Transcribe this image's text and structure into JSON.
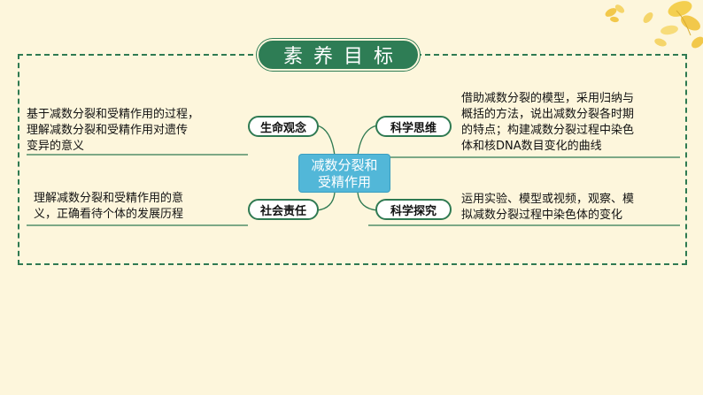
{
  "title": "素养目标",
  "center": {
    "line1": "减数分裂和",
    "line2": "受精作用"
  },
  "branches": {
    "life": {
      "label": "生命观念",
      "lines": [
        "基于减数分裂和受精作用的过程，",
        "理解减数分裂和受精作用对遗传",
        "变异的意义"
      ]
    },
    "society": {
      "label": "社会责任",
      "lines": [
        "理解减数分裂和受精作用的意",
        "义，正确看待个体的发展历程"
      ]
    },
    "thinking": {
      "label": "科学思维",
      "lines": [
        "借助减数分裂的模型，采用归纳与",
        "概括的方法，说出减数分裂各时期",
        "的特点；构建减数分裂过程中染色",
        "体和核DNA数目变化的曲线"
      ]
    },
    "inquiry": {
      "label": "科学探究",
      "lines": [
        "运用实验、模型或视频，观察、模",
        "拟减数分裂过程中染色体的变化"
      ]
    }
  },
  "colors": {
    "frame": "#2f7a52",
    "center": "#52b7d8",
    "background": "#fdf6dc",
    "leaves": "#f2c84b"
  }
}
